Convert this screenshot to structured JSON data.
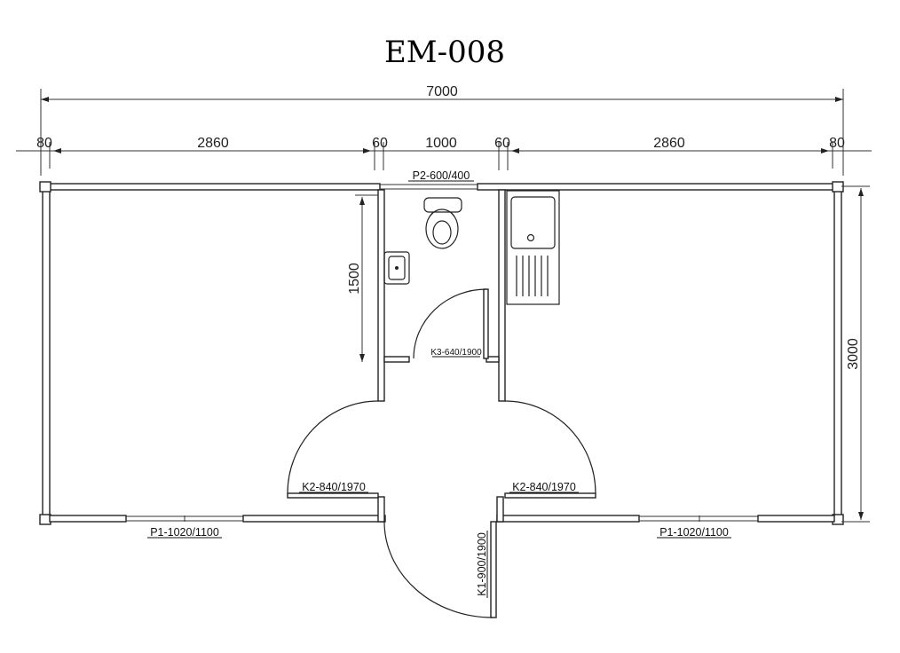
{
  "title": "EM-008",
  "dimensions": {
    "overall_width": "7000",
    "segments": [
      "80",
      "2860",
      "60",
      "1000",
      "60",
      "2860",
      "80"
    ],
    "room_depth": "3000",
    "wc_depth": "1500"
  },
  "openings": {
    "window_wc": "P2-600/400",
    "door_wc": "K3-640/1900",
    "door_left_room": "K2-840/1970",
    "door_right_room": "K2-840/1970",
    "window_left": "P1-1020/1100",
    "window_right": "P1-1020/1100",
    "door_entrance": "K1-900/1900"
  }
}
